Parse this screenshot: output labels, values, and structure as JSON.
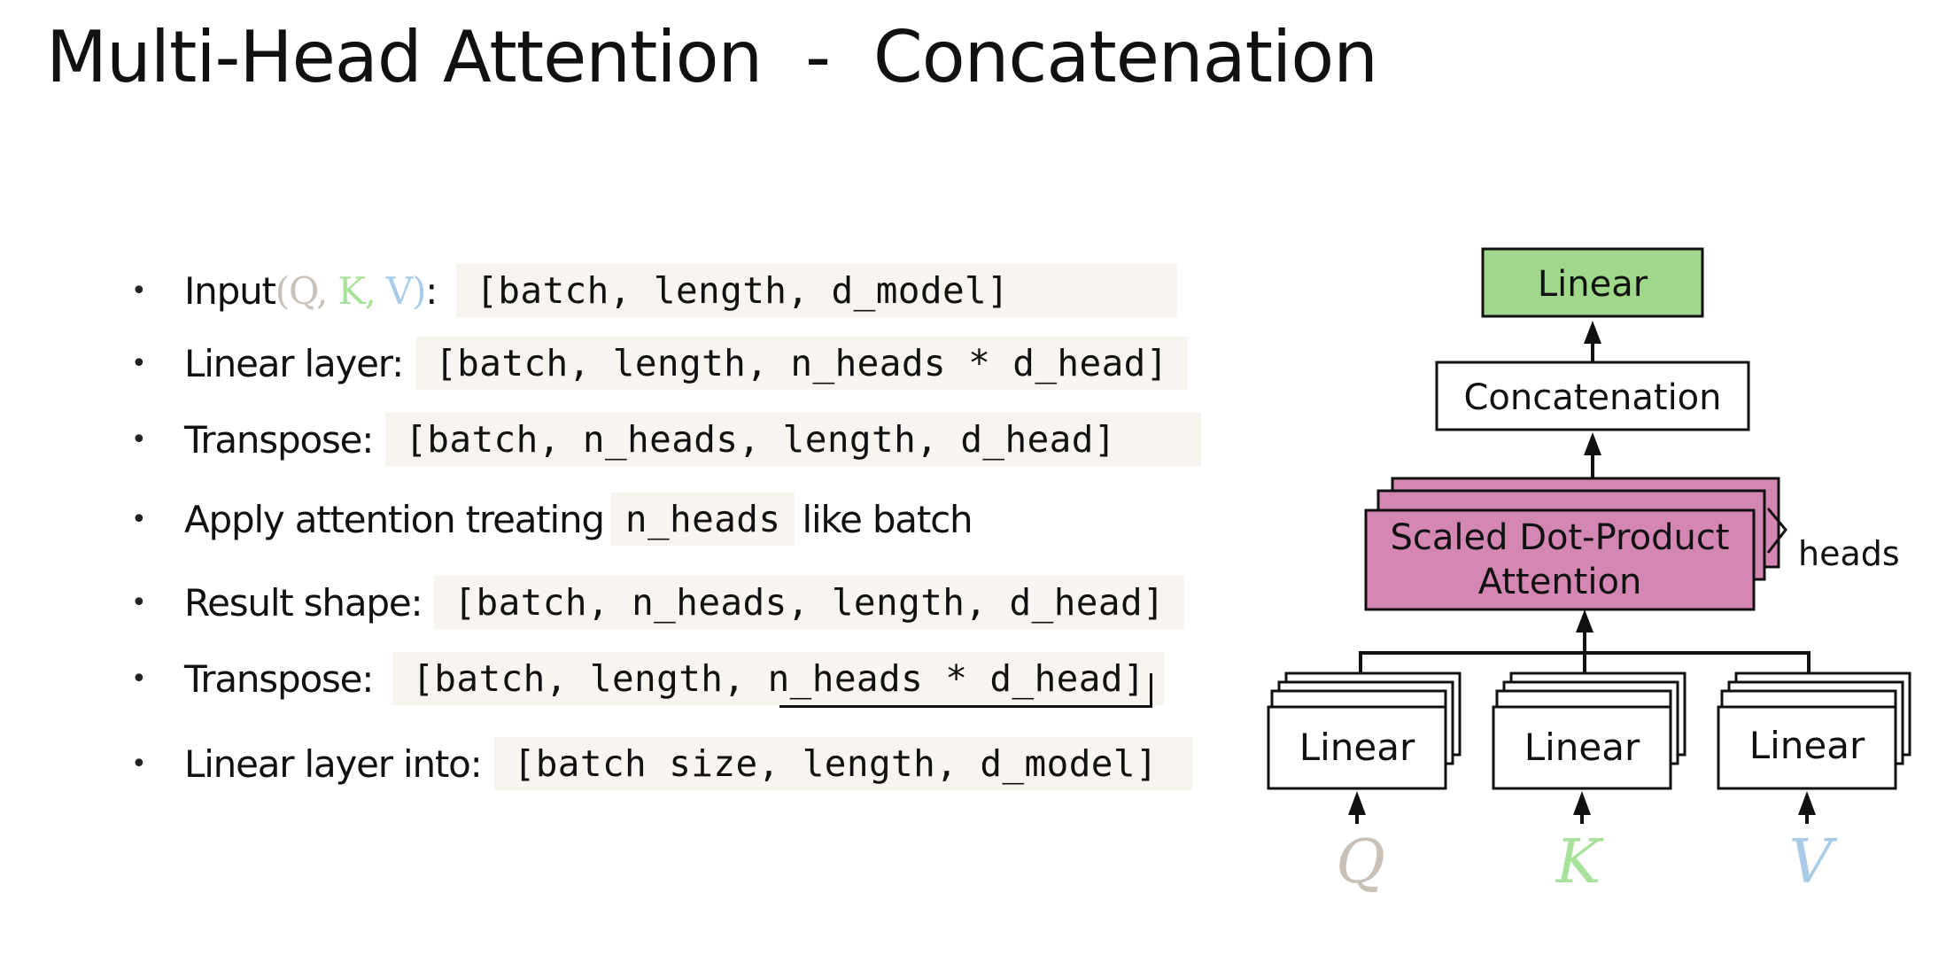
{
  "title": "Multi-Head Attention  -  Concatenation",
  "bullets": [
    {
      "label_pre": "Input",
      "label_q": "Q",
      "label_k": "K",
      "label_v": "V",
      "label_post": ":",
      "code": "[batch, length, d_model]"
    },
    {
      "label": "Linear layer:",
      "code": "[batch, length, n_heads * d_head]"
    },
    {
      "label": "Transpose:",
      "code": "[batch, n_heads, length, d_head]"
    },
    {
      "label_pre": "Apply attention treating",
      "code": "n_heads",
      "label_post": "like batch"
    },
    {
      "label": "Result shape:",
      "code": "[batch, n_heads, length, d_head]"
    },
    {
      "label": "Transpose:",
      "code": "[batch, length, n_heads * d_head]"
    },
    {
      "label": "Linear layer into:",
      "code": "[batch size, length, d_model]"
    }
  ],
  "diagram": {
    "linear_top": "Linear",
    "concat": "Concatenation",
    "attention_line1": "Scaled Dot-Product",
    "attention_line2": "Attention",
    "heads": "heads",
    "linear_q": "Linear",
    "linear_k": "Linear",
    "linear_v": "Linear",
    "var_q": "Q",
    "var_k": "K",
    "var_v": "V"
  },
  "colors": {
    "linear_top_fill": "#9fd88a",
    "attention_fill": "#d487b3",
    "q_color": "#c9c1b8",
    "k_color": "#a8e29a",
    "v_color": "#a9cbe8",
    "code_bg": "#f8f4ef"
  }
}
